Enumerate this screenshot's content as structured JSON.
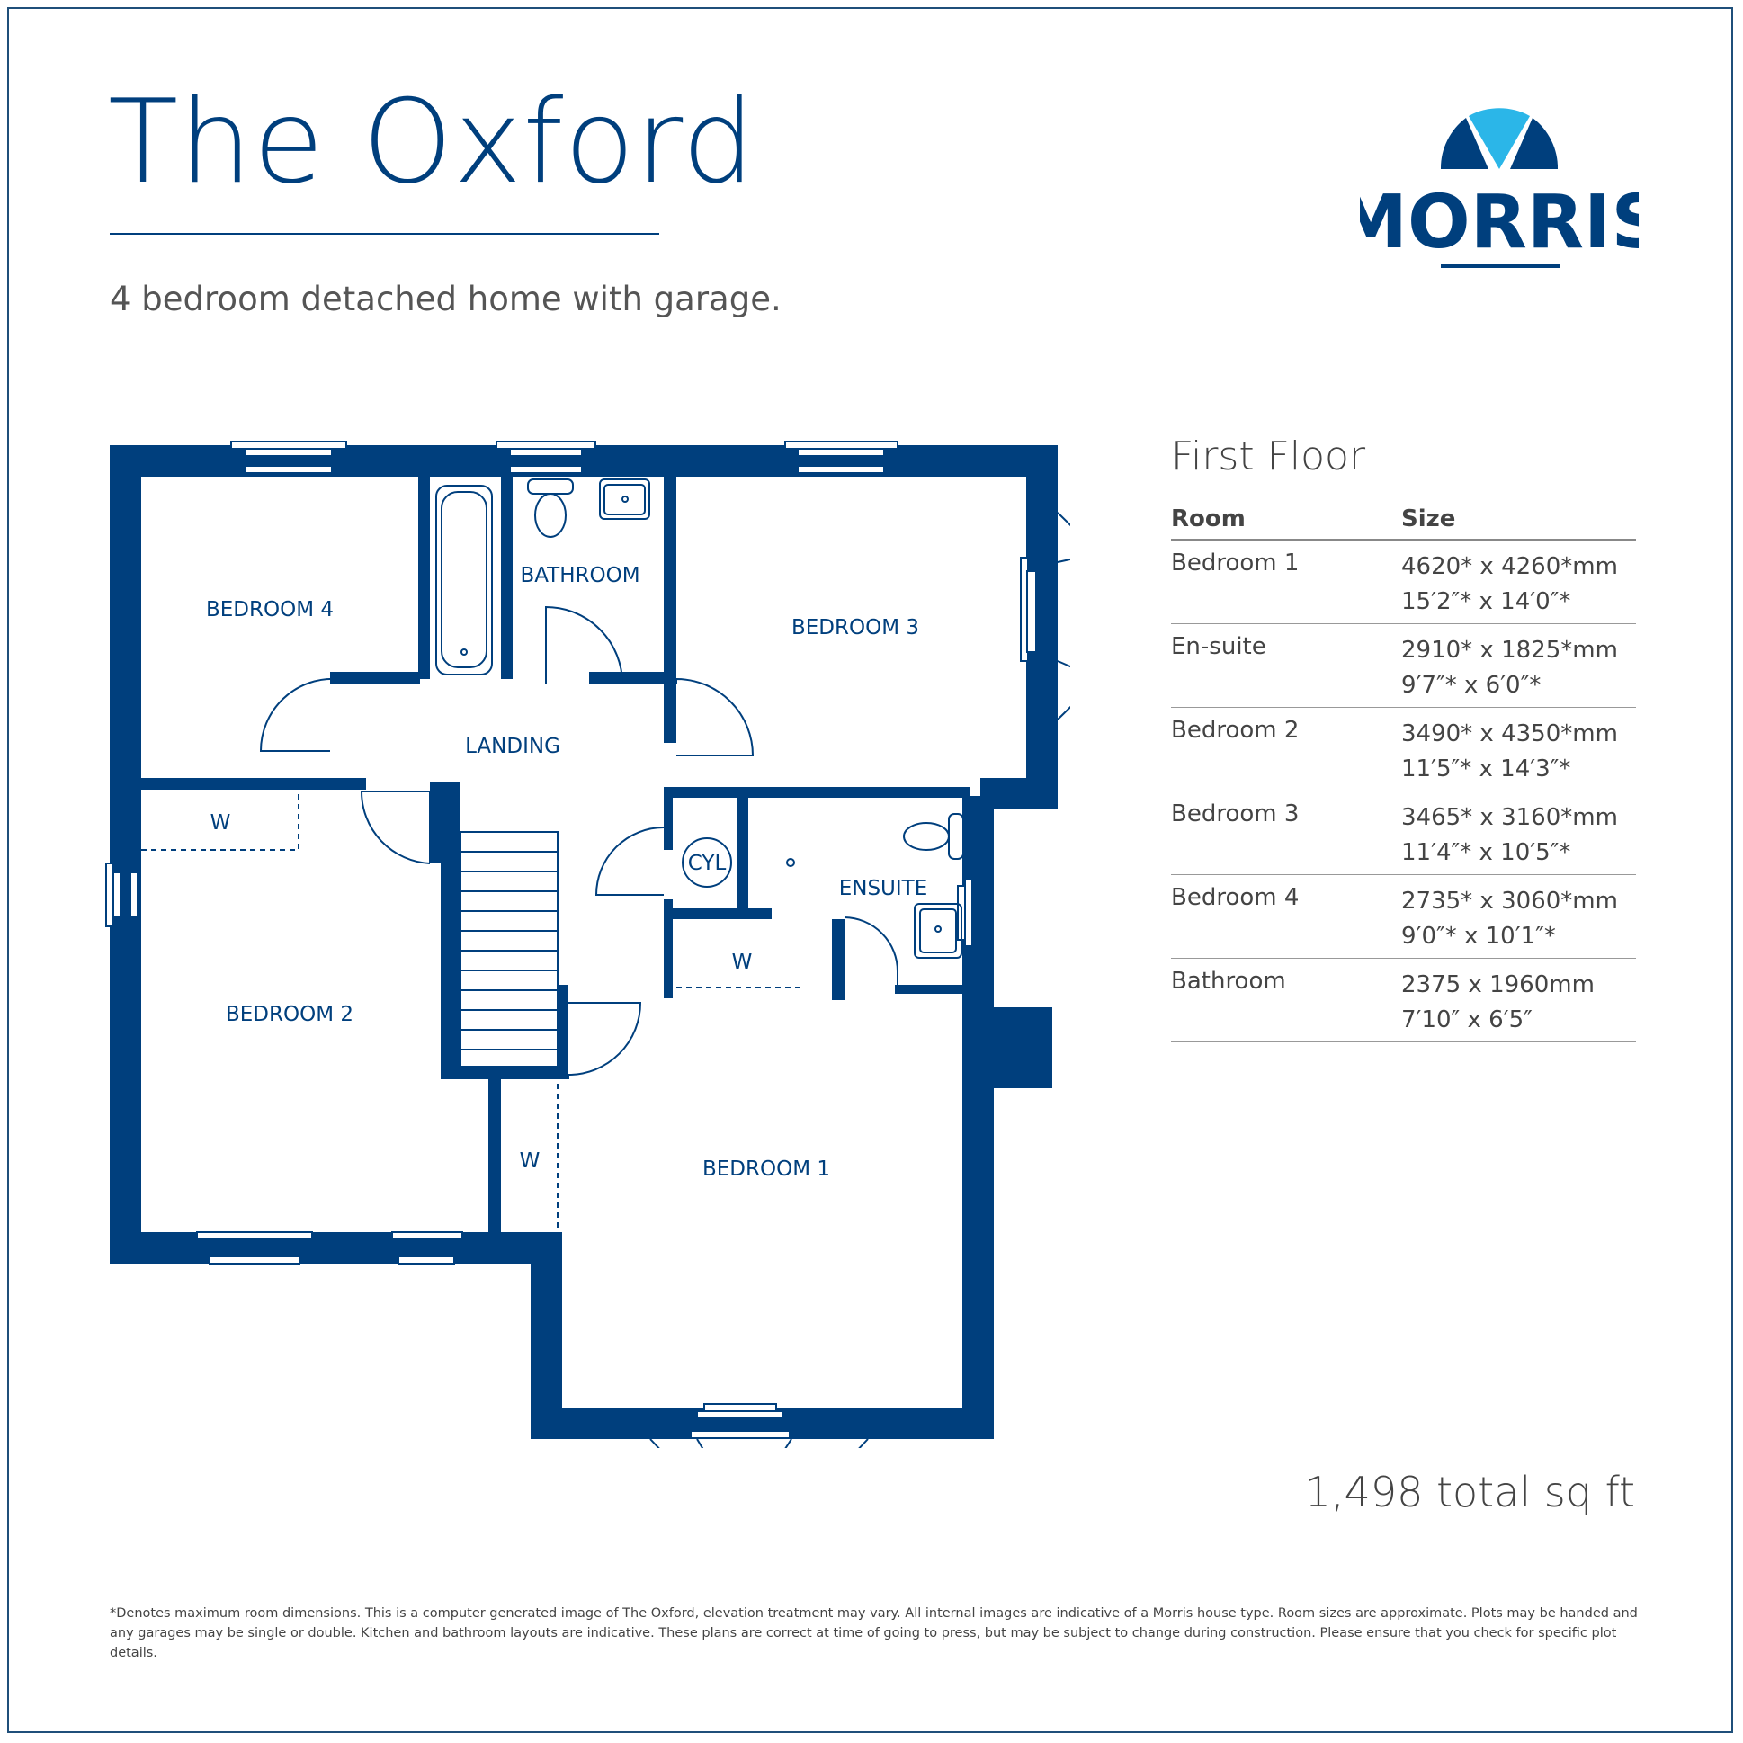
{
  "header": {
    "title": "The Oxford",
    "subtitle": "4 bedroom detached home with garage."
  },
  "brand": {
    "name": "MORRIS",
    "color": "#003f7d",
    "accent": "#2bb6e8"
  },
  "plan": {
    "labels": {
      "bedroom4": "BEDROOM 4",
      "bathroom": "BATHROOM",
      "bedroom3": "BEDROOM 3",
      "landing": "LANDING",
      "bedroom2": "BEDROOM 2",
      "bedroom1": "BEDROOM 1",
      "ensuite": "ENSUITE",
      "cyl": "CYL",
      "wardrobe": "W"
    }
  },
  "table": {
    "section_title": "First Floor",
    "col_room": "Room",
    "col_size": "Size",
    "rows": [
      {
        "room": "Bedroom 1",
        "metric": "4620* x 4260*mm",
        "imperial": "15′2″* x 14′0″*"
      },
      {
        "room": "En-suite",
        "metric": "2910* x 1825*mm",
        "imperial": "9′7″* x 6′0″*"
      },
      {
        "room": "Bedroom 2",
        "metric": "3490* x 4350*mm",
        "imperial": "11′5″* x 14′3″*"
      },
      {
        "room": "Bedroom 3",
        "metric": "3465* x 3160*mm",
        "imperial": "11′4″* x 10′5″*"
      },
      {
        "room": "Bedroom 4",
        "metric": "2735* x 3060*mm",
        "imperial": "9′0″* x 10′1″*"
      },
      {
        "room": "Bathroom",
        "metric": "2375 x 1960mm",
        "imperial": "7′10″ x 6′5″"
      }
    ]
  },
  "total": "1,498 total sq ft",
  "footnote": "*Denotes maximum room dimensions. This is a computer generated image of The Oxford, elevation treatment may vary. All internal images are indicative of a Morris house type. Room sizes are approximate. Plots may be handed and any garages may be single or double. Kitchen and bathroom layouts are indicative. These plans are correct at time of going to press, but may be subject to change during construction. Please ensure that you check for specific plot details."
}
